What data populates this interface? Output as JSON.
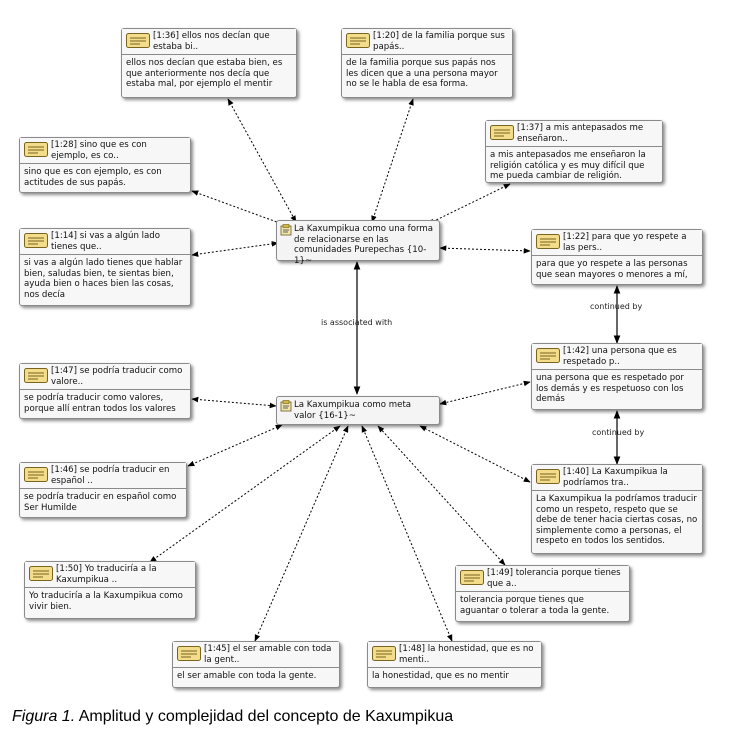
{
  "codes": {
    "c1": "La Kaxumpikua como una forma de relacionarse en las comunidades Purepechas {10-1}~",
    "c2": "La Kaxumpikua como meta valor {16-1}~"
  },
  "quotes": {
    "q136": {
      "title": "[1:36] ellos nos decían que estaba bi..",
      "text": "ellos nos decían que estaba bien, es que anteriormente nos decía que estaba mal, por ejemplo el mentir"
    },
    "q120": {
      "title": "[1:20] de la familia porque sus papás..",
      "text": " de la familia porque sus papás nos les dicen que a una persona mayor no se le habla de esa forma."
    },
    "q137": {
      "title": "[1:37] a mis antepasados me enseñaron..",
      "text": "a mis antepasados me enseñaron la religión católica y es muy difícil que me pueda cambiar de religión."
    },
    "q128": {
      "title": "[1:28] sino que es con ejemplo, es co..",
      "text": "sino que es con ejemplo, es con actitudes de sus papás."
    },
    "q114": {
      "title": "[1:14] si vas a algún lado tienes que..",
      "text": "si vas a algún lado tienes que hablar bien, saludas bien, te sientas bien, ayuda bien o haces bien las cosas, nos decía"
    },
    "q122": {
      "title": "[1:22] para que yo respete a las pers..",
      "text": "para que yo respete a las personas que sean mayores o menores a mí,"
    },
    "q142": {
      "title": "[1:42] una persona que es respetado p..",
      "text": "una persona  que es respetado por los demás y es respetuoso con los demás"
    },
    "q147": {
      "title": "[1:47] se podría traducir como valore..",
      "text": " se podría traducir como valores, porque allí entran todos los valores"
    },
    "q146": {
      "title": "[1:46] se podría traducir en español ..",
      "text": "se podría traducir en español como Ser Humilde"
    },
    "q140": {
      "title": "[1:40] La Kaxumpikua la podríamos tra..",
      "text": "La Kaxumpikua la podríamos traducir como un respeto, respeto  que se debe de tener hacia ciertas cosas, no simplemente como a personas, el respeto en todos los sentidos."
    },
    "q150": {
      "title": "[1:50] Yo traduciría a la Kaxumpikua ..",
      "text": "Yo traduciría a la Kaxumpikua como vivir bien."
    },
    "q149": {
      "title": "[1:49] tolerancia porque tienes que a..",
      "text": "tolerancia porque tienes que aguantar o tolerar a toda la gente."
    },
    "q145": {
      "title": "[1:45] el ser amable con toda la gent..",
      "text": "el ser amable  con toda la gente."
    },
    "q148": {
      "title": "[1:48] la honestidad, que es no menti..",
      "text": "la honestidad, que es no mentir"
    }
  },
  "relations": {
    "associated": "is associated with",
    "continued1": "continued by",
    "continued2": "continued by"
  },
  "caption": {
    "figure": "Figura 1.",
    "text": " Amplitud y complejidad del concepto de Kaxumpikua"
  },
  "colors": {
    "box_bg": "#f7f7f7",
    "border": "#8a8a8a",
    "line": "#000000"
  }
}
